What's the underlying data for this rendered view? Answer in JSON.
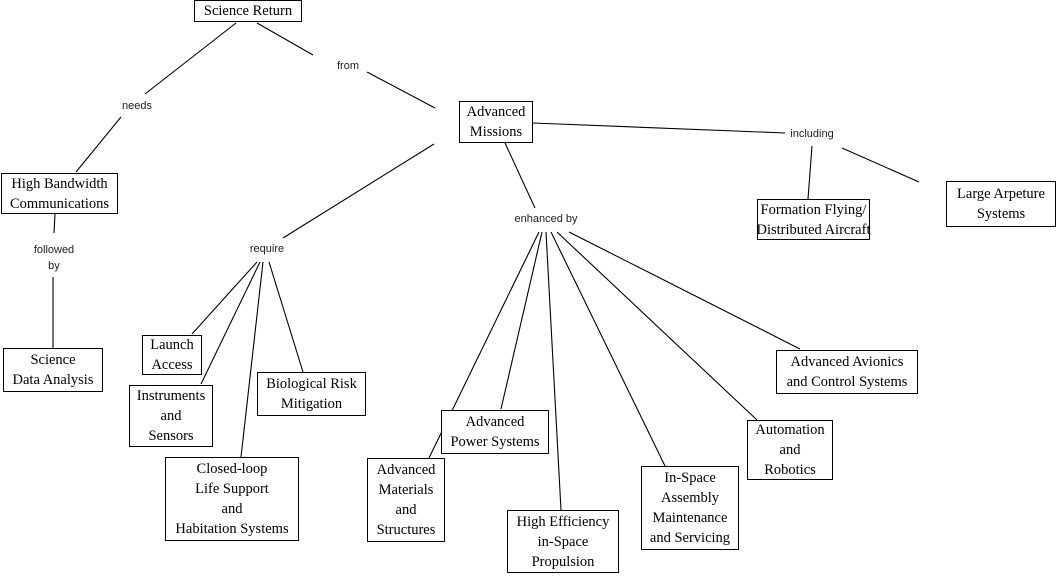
{
  "diagram": {
    "type": "concept-map",
    "nodes": {
      "science_return": {
        "lines": [
          "Science Return"
        ]
      },
      "advanced_missions": {
        "lines": [
          "Advanced",
          "Missions"
        ]
      },
      "high_bandwidth": {
        "lines": [
          "High Bandwidth",
          "Communications"
        ]
      },
      "science_data": {
        "lines": [
          "Science",
          "Data Analysis"
        ]
      },
      "formation_flying": {
        "lines": [
          "Formation Flying/",
          "Distributed Aircraft"
        ]
      },
      "large_aperture": {
        "lines": [
          "Large Arpeture",
          "Systems"
        ]
      },
      "launch_access": {
        "lines": [
          "Launch",
          "Access"
        ]
      },
      "instruments": {
        "lines": [
          "Instruments",
          "and",
          "Sensors"
        ]
      },
      "bio_risk": {
        "lines": [
          "Biological Risk",
          "Mitigation"
        ]
      },
      "life_support": {
        "lines": [
          "Closed-loop",
          "Life Support",
          "and",
          "Habitation Systems"
        ]
      },
      "materials": {
        "lines": [
          "Advanced",
          "Materials",
          "and",
          "Structures"
        ]
      },
      "power": {
        "lines": [
          "Advanced",
          "Power Systems"
        ]
      },
      "propulsion": {
        "lines": [
          "High Efficiency",
          "in-Space",
          "Propulsion"
        ]
      },
      "assembly": {
        "lines": [
          "In-Space",
          "Assembly",
          "Maintenance",
          "and Servicing"
        ]
      },
      "automation": {
        "lines": [
          "Automation",
          "and",
          "Robotics"
        ]
      },
      "avionics": {
        "lines": [
          "Advanced Avionics",
          "and Control Systems"
        ]
      }
    },
    "link_labels": {
      "needs": {
        "lines": [
          "needs"
        ]
      },
      "from": {
        "lines": [
          "from"
        ]
      },
      "followed_by": {
        "lines": [
          "followed",
          "by"
        ]
      },
      "including": {
        "lines": [
          "including"
        ]
      },
      "require": {
        "lines": [
          "require"
        ]
      },
      "enhanced_by": {
        "lines": [
          "enhanced by"
        ]
      }
    },
    "edges": [
      {
        "from": "science_return",
        "via": "needs",
        "to": "high_bandwidth"
      },
      {
        "from": "science_return",
        "via": "from",
        "to": "advanced_missions"
      },
      {
        "from": "high_bandwidth",
        "via": "followed_by",
        "to": "science_data"
      },
      {
        "from": "advanced_missions",
        "via": "including",
        "to": "formation_flying"
      },
      {
        "from": "advanced_missions",
        "via": "including",
        "to": "large_aperture"
      },
      {
        "from": "advanced_missions",
        "via": "require",
        "to": "launch_access"
      },
      {
        "from": "advanced_missions",
        "via": "require",
        "to": "instruments"
      },
      {
        "from": "advanced_missions",
        "via": "require",
        "to": "life_support"
      },
      {
        "from": "advanced_missions",
        "via": "require",
        "to": "bio_risk"
      },
      {
        "from": "advanced_missions",
        "via": "enhanced_by",
        "to": "materials"
      },
      {
        "from": "advanced_missions",
        "via": "enhanced_by",
        "to": "power"
      },
      {
        "from": "advanced_missions",
        "via": "enhanced_by",
        "to": "propulsion"
      },
      {
        "from": "advanced_missions",
        "via": "enhanced_by",
        "to": "assembly"
      },
      {
        "from": "advanced_missions",
        "via": "enhanced_by",
        "to": "automation"
      },
      {
        "from": "advanced_missions",
        "via": "enhanced_by",
        "to": "avionics"
      }
    ]
  }
}
